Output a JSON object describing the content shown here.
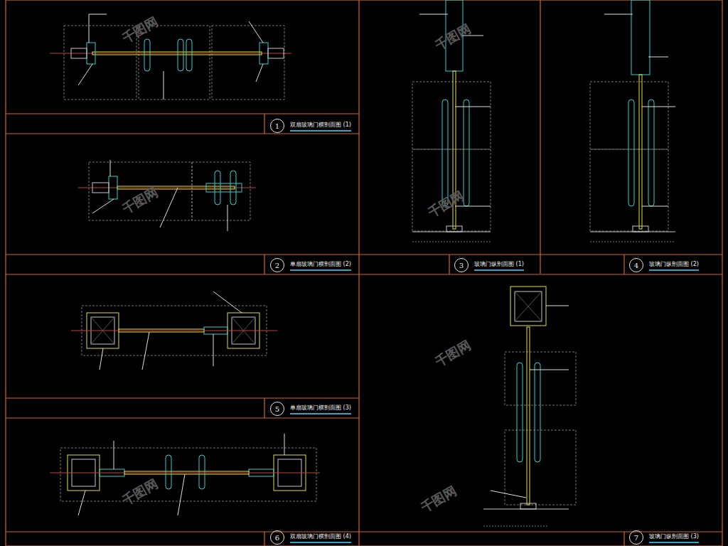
{
  "diagram": {
    "nodes": [
      {
        "text": [
          "1",
          "双扇玻璃门横剖面图 (1)"
        ]
      },
      {
        "text": [
          "2",
          "单扇玻璃门横剖面图 (2)"
        ]
      },
      {
        "text": [
          "3",
          "玻璃门纵剖面图 (1)"
        ]
      },
      {
        "text": [
          "4",
          "玻璃门纵剖面图 (2)"
        ]
      },
      {
        "text": [
          "5",
          "单扇玻璃门横剖面图 (3)"
        ]
      },
      {
        "text": [
          "6",
          "双扇玻璃门横剖面图 (4)"
        ]
      },
      {
        "text": [
          "7",
          "玻璃门纵剖面图 (3)"
        ]
      }
    ],
    "labels": [
      "千图网",
      "千图网",
      "千图网",
      "千图网",
      "千图网",
      "千图网",
      "千图网"
    ]
  }
}
